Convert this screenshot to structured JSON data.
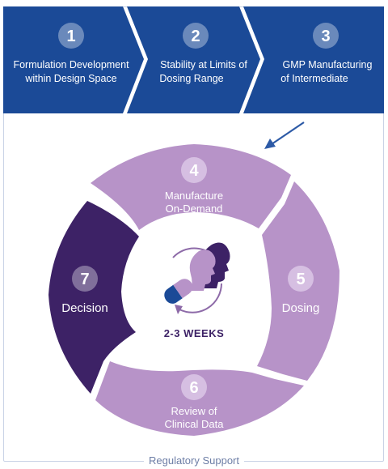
{
  "steps": [
    {
      "number": "1",
      "label_line1": "Formulation Development",
      "label_line2": "within Design Space"
    },
    {
      "number": "2",
      "label_line1": "Stability at Limits of",
      "label_line2": "Dosing Range"
    },
    {
      "number": "3",
      "label_line1": "GMP Manufacturing",
      "label_line2": "of Intermediate"
    }
  ],
  "cycle": [
    {
      "number": "4",
      "label_line1": "Manufacture",
      "label_line2": "On-Demand"
    },
    {
      "number": "5",
      "label_line1": "Dosing",
      "label_line2": ""
    },
    {
      "number": "6",
      "label_line1": "Review of",
      "label_line2": "Clinical Data"
    },
    {
      "number": "7",
      "label_line1": "Decision",
      "label_line2": ""
    }
  ],
  "center": {
    "duration": "2-3 WEEKS"
  },
  "footer": {
    "label": "Regulatory Support"
  },
  "colors": {
    "step_blue": "#1b4a97",
    "cycle_light": "#b793c8",
    "cycle_dark": "#3d2266",
    "number_circle_light": "#d6bfe2",
    "arrow": "#2d5aa6",
    "border": "#c9d3e6"
  }
}
